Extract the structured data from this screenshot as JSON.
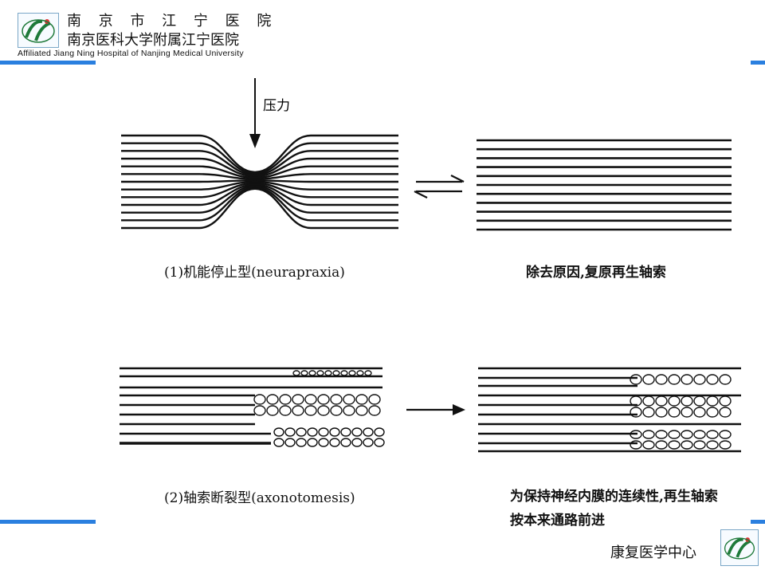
{
  "header": {
    "hospital_name_spaced": "南 京 市 江 宁 医 院",
    "hospital_affiliation_cn": "南京医科大学附属江宁医院",
    "hospital_affiliation_en": "Affiliated Jiang Ning Hospital of Nanjing Medical University",
    "logo_icon": "hospital-logo-icon",
    "accent_color": "#2a7fdf"
  },
  "diagram": {
    "pressure_label": "压力",
    "caption_neurapraxia": "(1)机能停止型(neurapraxia)",
    "caption_recovery_1": "除去原因,复原再生轴索",
    "caption_axonotmesis": "(2)轴索断裂型(axonotomesis)",
    "caption_recovery_2": "为保持神经内膜的连续性,再生轴索按本来通路前进"
  },
  "footer": {
    "department": "康复医学中心",
    "logo_icon": "hospital-logo-icon"
  }
}
